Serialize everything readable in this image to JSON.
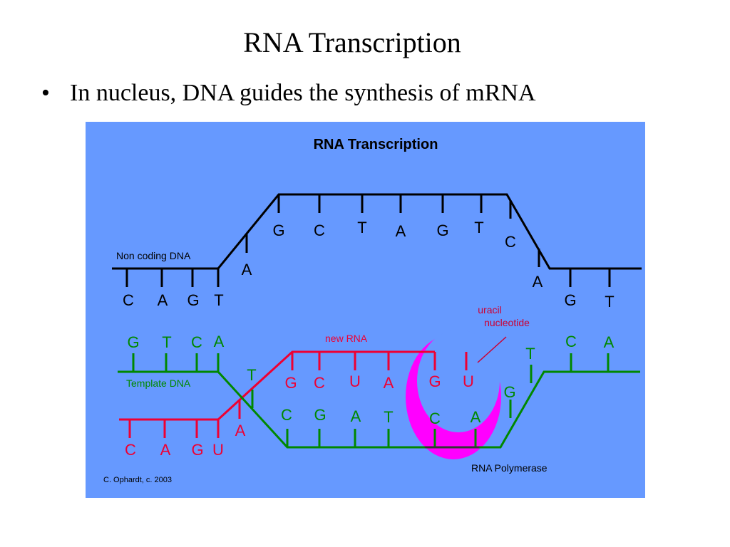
{
  "slide": {
    "title": "RNA Transcription",
    "bullet_symbol": "•",
    "bullet_text": "In nucleus, DNA guides the synthesis of mRNA"
  },
  "figure": {
    "title": "RNA Transcription",
    "labels": {
      "non_coding_dna": "Non coding DNA",
      "template_dna": "Template DNA",
      "new_rna": "new RNA",
      "uracil_nucleotide_line1": "uracil",
      "uracil_nucleotide_line2": "nucleotide",
      "rna_polymerase": "RNA Polymerase",
      "credit": "C. Ophardt, c. 2003"
    },
    "non_coding_bases": [
      "C",
      "A",
      "G",
      "T",
      "A",
      "G",
      "C",
      "T",
      "A",
      "G",
      "T",
      "C",
      "A",
      "G",
      "T"
    ],
    "template_bases": [
      "G",
      "T",
      "C",
      "A",
      "T",
      "C",
      "G",
      "A",
      "T",
      "C",
      "A",
      "G",
      "T",
      "C",
      "A"
    ],
    "rna_bases": [
      "C",
      "A",
      "G",
      "U",
      "A",
      "G",
      "C",
      "U",
      "A",
      "G",
      "U"
    ],
    "colors": {
      "background": "#6699ff",
      "non_coding_strand": "#000000",
      "template_strand": "#008800",
      "rna_strand": "#ee0033",
      "polymerase_highlight": "#ff00ff",
      "annotation": "#cc0033",
      "title_text": "#000000",
      "credit_text": "#000000"
    }
  }
}
